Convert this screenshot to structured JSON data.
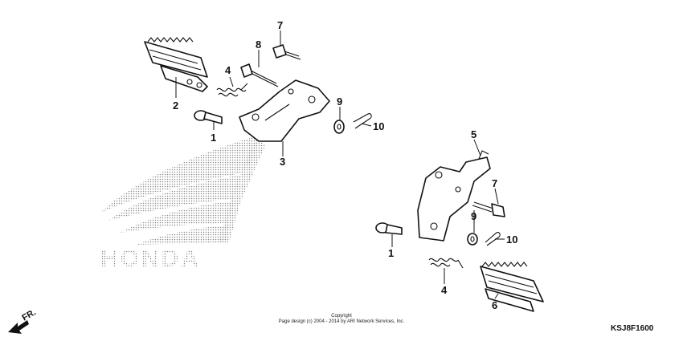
{
  "diagram": {
    "code": "KSJ8F1600",
    "copyright_line1": "Copyright",
    "copyright_line2": "Page design (c) 2004 - 2014 by ARI Network Services, Inc.",
    "front_marker": "FR.",
    "logo_text": "HONDA",
    "callouts": [
      "1",
      "2",
      "3",
      "4",
      "5",
      "6",
      "7",
      "8",
      "9",
      "10"
    ]
  }
}
